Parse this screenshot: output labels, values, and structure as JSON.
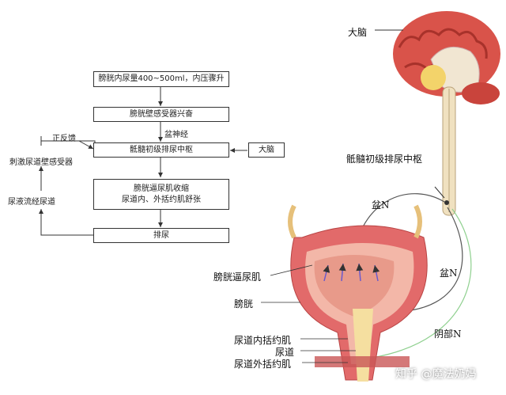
{
  "flowchart": {
    "boxes": [
      "膀胱内尿量400~500ml，内压骤升",
      "膀胱壁感受器兴奋",
      "骶髓初级排尿中枢",
      "大脑",
      "膀胱逼尿肌收缩",
      "尿道内、外括约肌舒张",
      "排尿"
    ],
    "side_labels": {
      "positive_feedback": "正反馈",
      "pelvic_nerve": "盆神经",
      "stimulate": "刺激尿道壁感受器",
      "urine_flow": "尿液流经尿道"
    }
  },
  "anatomy": {
    "brain": "大脑",
    "sacral_center": "骶髓初级排尿中枢",
    "pelvic_n_upper": "盆N",
    "pelvic_n_lower": "盆N",
    "detrusor": "膀胱逼尿肌",
    "bladder": "膀胱",
    "internal_sphincter": "尿道内括约肌",
    "urethra": "尿道",
    "pudendal_n": "阴部N",
    "external_sphincter": "尿道外括约肌"
  },
  "watermark": "知乎 @魔法奶妈",
  "colors": {
    "brain": "#d9534a",
    "bladder_wall": "#e26a6a",
    "bladder_inner": "#f3b7a8",
    "nerve_green": "#8fd08f"
  }
}
